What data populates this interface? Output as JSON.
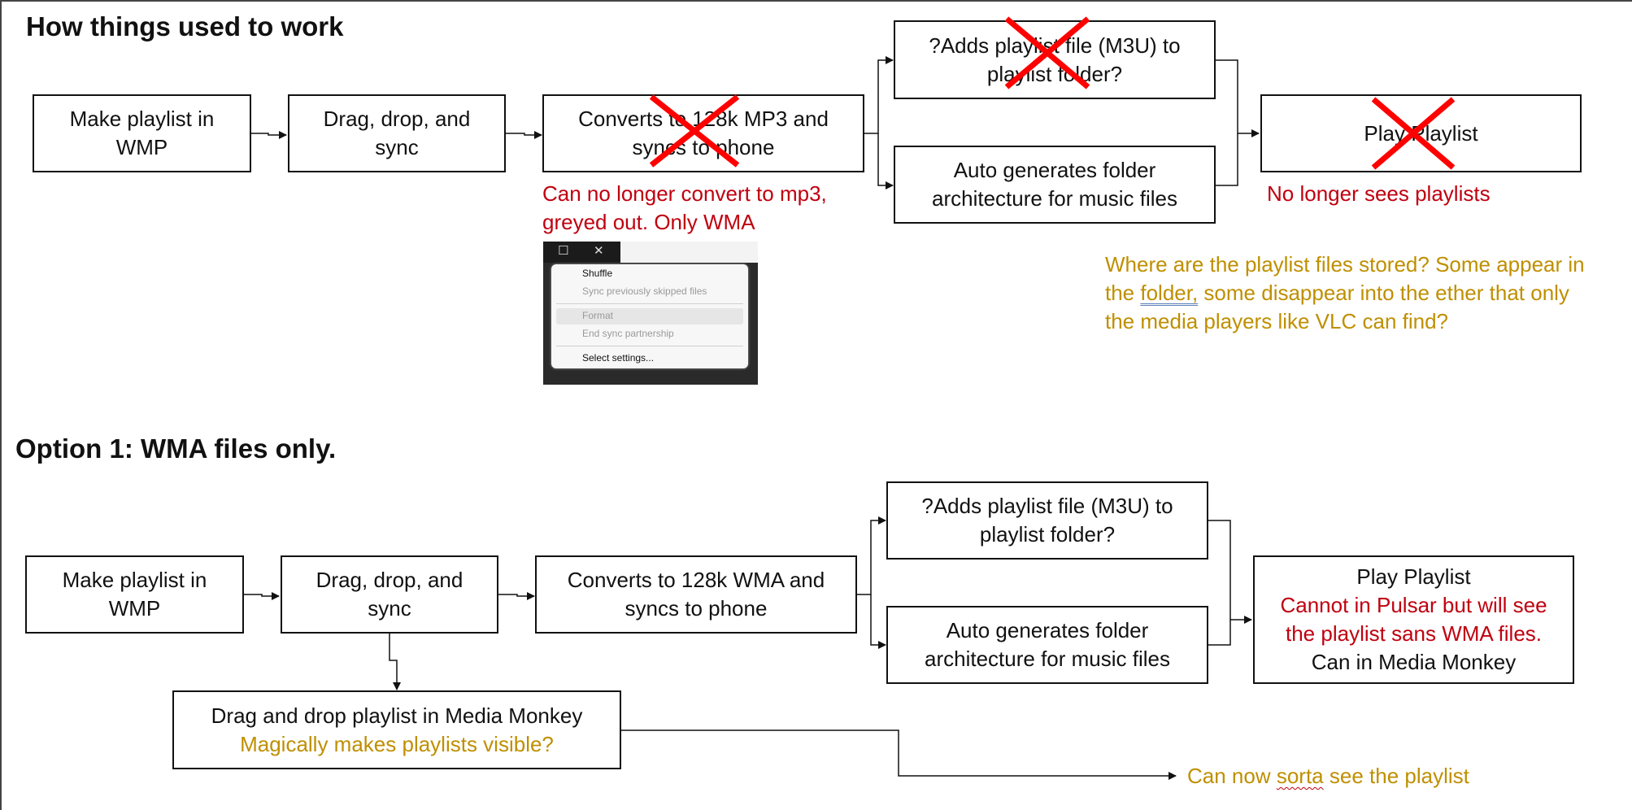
{
  "section1": {
    "title": "How things used to work",
    "boxes": {
      "make_playlist": [
        "Make playlist in",
        "WMP"
      ],
      "drag_drop_sync": [
        "Drag, drop, and",
        "sync"
      ],
      "converts": [
        "Converts to 128k MP3 and",
        "syncs to phone"
      ],
      "adds_playlist": [
        "?Adds playlist file (M3U) to",
        "playlist folder?"
      ],
      "auto_generates": [
        "Auto generates folder",
        "architecture for music files"
      ],
      "play_playlist": "Play Playlist"
    },
    "notes": {
      "cannot_convert": [
        "Can no longer convert to mp3,",
        "greyed out. Only WMA"
      ],
      "no_longer_sees": "No longer sees playlists",
      "where_stored_1": "Where are the playlist files stored?  Some appear in",
      "where_stored_2a": "the ",
      "where_stored_2b": "folder,",
      "where_stored_2c": " some disappear into the ether that only",
      "where_stored_3": "the media players like VLC can find?"
    },
    "menu": {
      "items": [
        "Shuffle",
        "Sync previously skipped files",
        "Format",
        "End sync partnership",
        "Select settings..."
      ],
      "disabled": [
        "Sync previously skipped files",
        "Format",
        "End sync partnership"
      ],
      "win_controls": [
        "☐",
        "✕"
      ]
    }
  },
  "section2": {
    "title": "Option 1: WMA files only.",
    "boxes": {
      "make_playlist": [
        "Make playlist in",
        "WMP"
      ],
      "drag_drop_sync": [
        "Drag, drop, and",
        "sync"
      ],
      "converts": [
        "Converts to 128k WMA and",
        "syncs to phone"
      ],
      "adds_playlist": [
        "?Adds playlist file (M3U) to",
        "playlist folder?"
      ],
      "auto_generates": [
        "Auto generates folder",
        "architecture for music files"
      ],
      "play_playlist": [
        "Play Playlist",
        "Cannot in Pulsar but will see",
        "the playlist sans WMA files.",
        "Can in Media Monkey"
      ],
      "media_monkey": [
        "Drag and drop playlist in Media Monkey",
        "Magically makes playlists visible?"
      ]
    },
    "notes": {
      "sorta_1": "Can now ",
      "sorta_2": "sorta",
      "sorta_3": " see the playlist"
    }
  },
  "colors": {
    "red": "#c0000f",
    "gold": "#bf8f00",
    "cross": "#ff0000"
  }
}
